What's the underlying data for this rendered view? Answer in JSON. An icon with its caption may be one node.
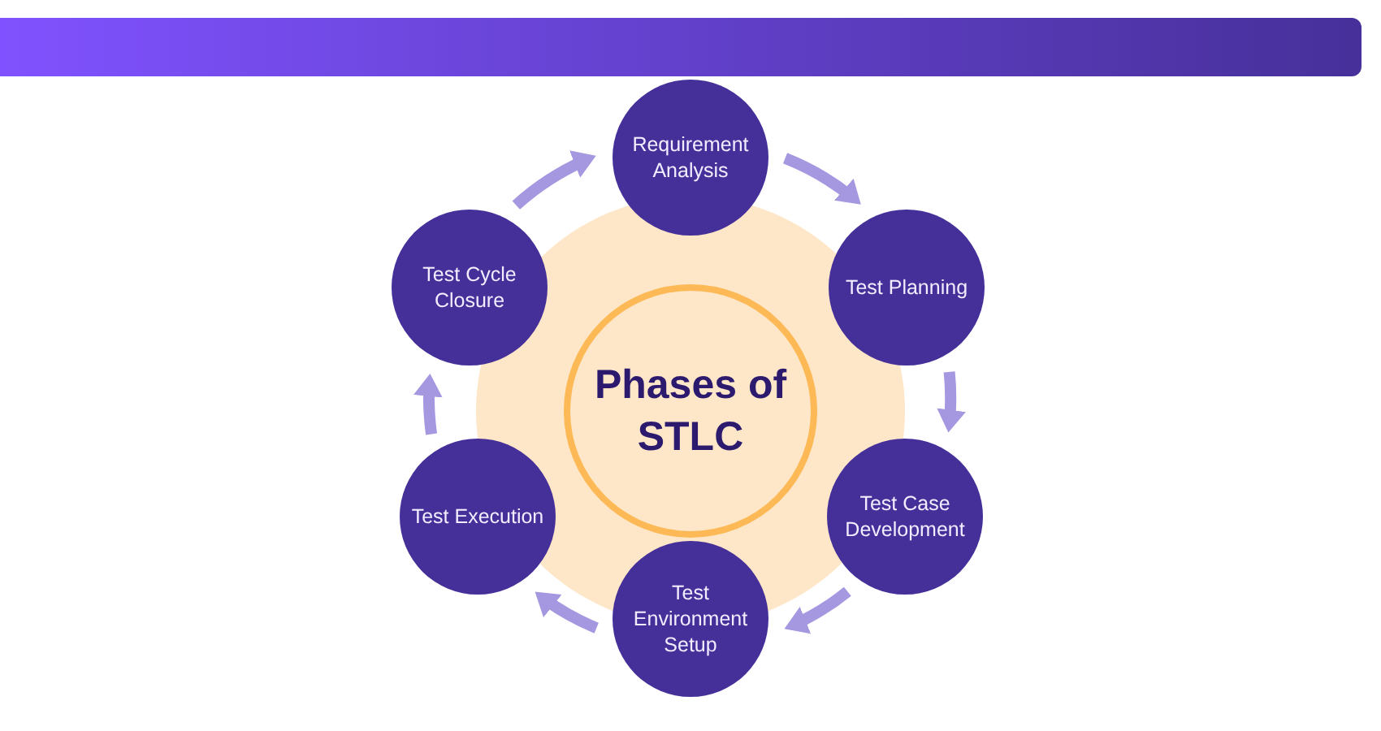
{
  "diagram": {
    "nodes": [
      {
        "text": [
          "Phases of STLC"
        ]
      },
      {
        "text": [
          "Requirement Analysis"
        ]
      },
      {
        "text": [
          "Test Planning"
        ]
      },
      {
        "text": [
          "Test Case Development"
        ]
      },
      {
        "text": [
          "Test Environment Setup"
        ]
      },
      {
        "text": [
          "Test Execution"
        ]
      },
      {
        "text": [
          "Test Cycle Closure"
        ]
      }
    ],
    "edges": [
      {
        "from": 1,
        "to": 2,
        "arrow": "to"
      },
      {
        "from": 2,
        "to": 3,
        "arrow": "to"
      },
      {
        "from": 3,
        "to": 4,
        "arrow": "to"
      },
      {
        "from": 4,
        "to": 5,
        "arrow": "to"
      },
      {
        "from": 5,
        "to": 6,
        "arrow": "to"
      },
      {
        "from": 6,
        "to": 1,
        "arrow": "to"
      }
    ]
  }
}
